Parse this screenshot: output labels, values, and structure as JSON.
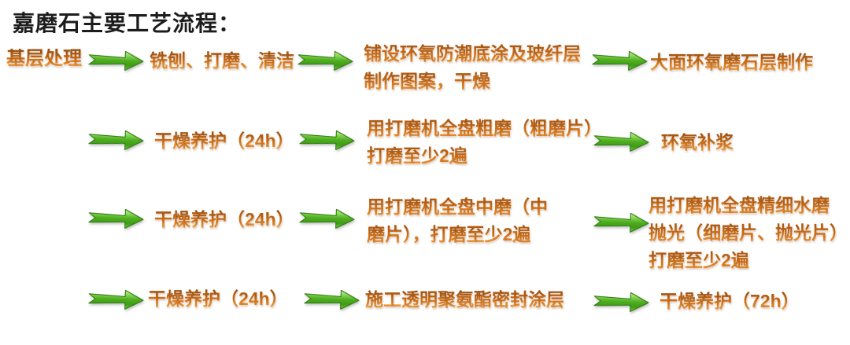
{
  "title": "嘉磨石主要工艺流程：",
  "colors": {
    "title_text": "#1c1c1c",
    "step_text_orange": "#d9731e",
    "arrow_green": "#4fae20",
    "background": "#ffffff"
  },
  "flow": {
    "rows": [
      {
        "steps": [
          {
            "lines": [
              "基层处理"
            ]
          },
          {
            "lines": [
              "铣刨、打磨、清洁"
            ]
          },
          {
            "lines": [
              "铺设环氧防潮底涂及玻纤层",
              "制作图案，干燥"
            ]
          },
          {
            "lines": [
              "大面环氧磨石层制作"
            ]
          }
        ]
      },
      {
        "steps": [
          {
            "lines": [
              "干燥养护（24h）"
            ]
          },
          {
            "lines": [
              "用打磨机全盘粗磨（粗磨片）",
              "打磨至少2遍"
            ]
          },
          {
            "lines": [
              "环氧补浆"
            ]
          }
        ]
      },
      {
        "steps": [
          {
            "lines": [
              "干燥养护（24h）"
            ]
          },
          {
            "lines": [
              "用打磨机全盘中磨（中",
              "磨片），打磨至少2遍"
            ]
          },
          {
            "lines": [
              "用打磨机全盘精细水磨",
              "抛光（细磨片、抛光片）",
              "打磨至少2遍"
            ]
          }
        ]
      },
      {
        "steps": [
          {
            "lines": [
              "干燥养护（24h）"
            ]
          },
          {
            "lines": [
              "施工透明聚氨酯密封涂层"
            ]
          },
          {
            "lines": [
              "干燥养护（72h）"
            ]
          }
        ]
      }
    ]
  }
}
